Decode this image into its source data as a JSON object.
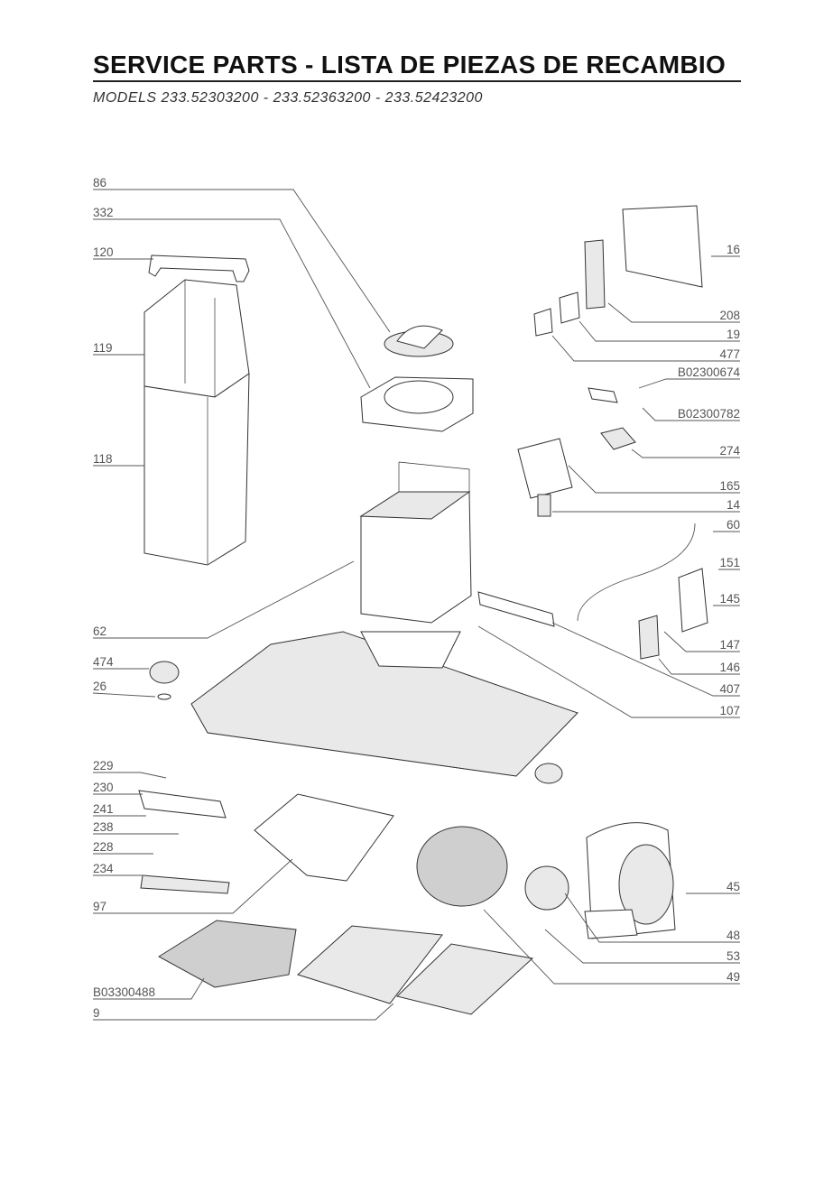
{
  "header": {
    "title": "SERVICE PARTS - LISTA DE PIEZAS DE RECAMBIO",
    "subtitle": "MODELS 233.52303200 - 233.52363200 - 233.52423200"
  },
  "diagram": {
    "left_labels": [
      "86",
      "332",
      "120",
      "119",
      "118",
      "62",
      "474",
      "26",
      "229",
      "230",
      "241",
      "238",
      "228",
      "234",
      "97",
      "B03300488",
      "9"
    ],
    "right_labels": [
      "16",
      "208",
      "19",
      "477",
      "B02300674",
      "B02300782",
      "274",
      "165",
      "14",
      "60",
      "151",
      "145",
      "147",
      "146",
      "407",
      "107",
      "45",
      "48",
      "53",
      "49"
    ]
  },
  "colors": {
    "line": "#555555",
    "part_fill": "#e9e9e9"
  }
}
